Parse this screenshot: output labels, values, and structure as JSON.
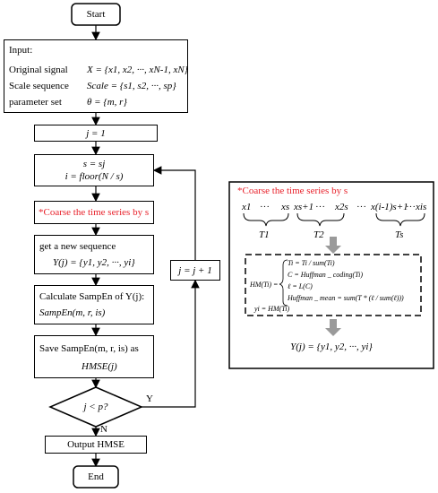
{
  "flow": {
    "start": "Start",
    "input_title": "Input:",
    "input_lines": [
      {
        "label": "Original signal",
        "expr": "X = {x1, x2, ···, xN-1, xN}"
      },
      {
        "label": "Scale sequence",
        "expr": "Scale = {s1, s2, ···, sp}"
      },
      {
        "label": "parameter set",
        "expr": "θ = {m, r}"
      }
    ],
    "init": "j = 1",
    "scale_line1": "s = sj",
    "scale_line2": "i = floor(N / s)",
    "coarse": "*Coarse the time series by s",
    "seq_line1": "get a new sequence",
    "seq_line2": "Y(j) = {y1, y2, ···, yi}",
    "calc_line1": "Calculate SampEn of Y(j):",
    "calc_line2": "SampEn(m, r, is)",
    "save_line1": "Save SampEn(m, r, is) as",
    "save_line2": "HMSE(j)",
    "decision": "j < p?",
    "yes": "Y",
    "no": "N",
    "increment": "j = j + 1",
    "output": "Output   HMSE",
    "end": "End"
  },
  "detail": {
    "title": "*Coarse the time series by s",
    "series_labels": [
      "x1",
      "···",
      "xs",
      "xs+1",
      "···",
      "x2s",
      "···",
      "x(i-1)s+1",
      "···",
      "xis"
    ],
    "segment_labels": [
      "T1",
      "T2",
      "Ts"
    ],
    "hm_label": "HM(Ti) =",
    "hm_lines": [
      "Ti = Ti / sum(Ti)",
      "C = Huffman _ coding(Ti)",
      "ℓ = L(C)",
      "Huffman _ mean = sum(T * (ℓ / sum(ℓ)))"
    ],
    "yi_line": "yi = HM(Ti)",
    "result": "Y(j) = {y1, y2, ···, yi}"
  },
  "colors": {
    "accent_red": "#e8202a",
    "arrow_gray": "#9a9a9a"
  }
}
